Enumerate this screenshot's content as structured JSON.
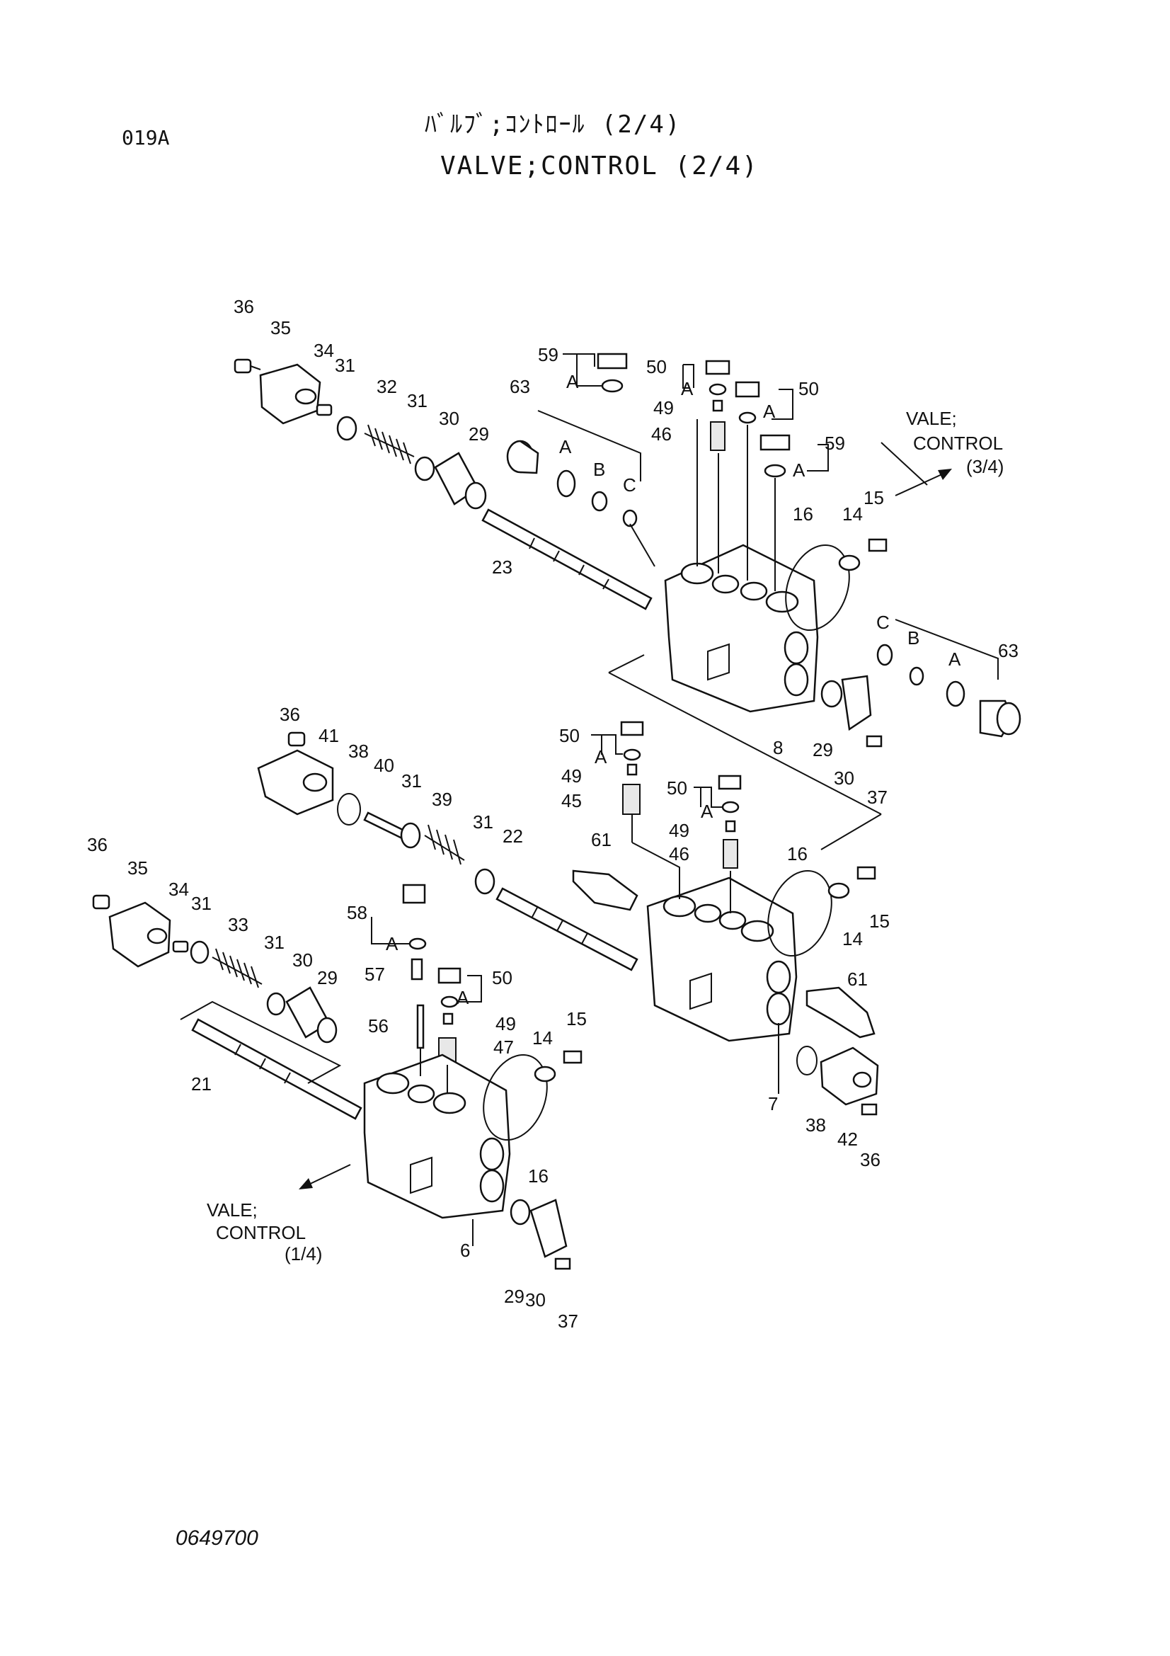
{
  "header": {
    "page_code": "019A",
    "title_jp": "ﾊﾞﾙﾌﾞ;ｺﾝﾄﾛｰﾙ (2/4)",
    "title_en": "VALVE;CONTROL (2/4)"
  },
  "footer": {
    "drawing_no": "0649700"
  },
  "refs": {
    "to_3_4": {
      "line1": "VALE;",
      "line2": "CONTROL",
      "line3": "(3/4)"
    },
    "to_1_4": {
      "line1": "VALE;",
      "line2": "CONTROL",
      "line3": "(1/4)"
    }
  },
  "labels": [
    "36",
    "35",
    "34",
    "31",
    "32",
    "31",
    "30",
    "29",
    "23",
    "63",
    "59",
    "A",
    "A",
    "B",
    "C",
    "50",
    "A",
    "49",
    "46",
    "50",
    "A",
    "59",
    "A",
    "16",
    "14",
    "15",
    "C",
    "B",
    "A",
    "63",
    "8",
    "29",
    "30",
    "37",
    "36",
    "41",
    "38",
    "40",
    "31",
    "39",
    "31",
    "22",
    "61",
    "50",
    "A",
    "49",
    "45",
    "50",
    "A",
    "49",
    "46",
    "16",
    "14",
    "15",
    "61",
    "7",
    "38",
    "42",
    "36",
    "36",
    "35",
    "34",
    "31",
    "33",
    "31",
    "30",
    "29",
    "21",
    "58",
    "A",
    "57",
    "50",
    "A",
    "56",
    "49",
    "47",
    "14",
    "15",
    "16",
    "6",
    "29",
    "30",
    "37"
  ]
}
